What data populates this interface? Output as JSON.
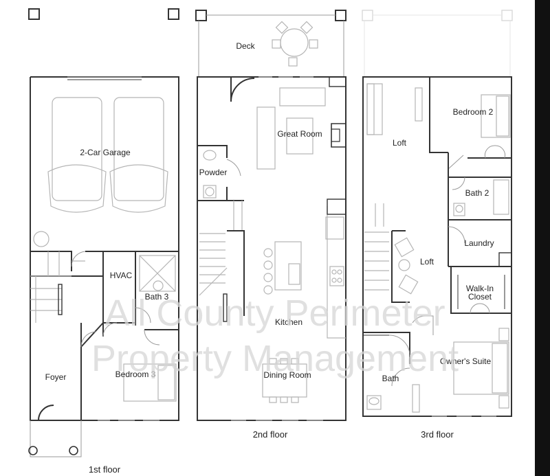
{
  "floors": {
    "first": {
      "label": "1st floor",
      "rooms": {
        "garage": "2-Car Garage",
        "hvac": "HVAC",
        "bath3": "Bath 3",
        "foyer": "Foyer",
        "bedroom3": "Bedroom 3"
      }
    },
    "second": {
      "label": "2nd floor",
      "rooms": {
        "deck": "Deck",
        "great_room": "Great Room",
        "powder": "Powder",
        "kitchen": "Kitchen",
        "dining_room": "Dining Room"
      }
    },
    "third": {
      "label": "3rd floor",
      "rooms": {
        "loft_upper": "Loft",
        "bedroom2": "Bedroom 2",
        "bath2": "Bath 2",
        "laundry": "Laundry",
        "loft_lower": "Loft",
        "walk_in_line1": "Walk-In",
        "walk_in_line2": "Closet",
        "owners_suite": "Owner's Suite",
        "bath": "Bath"
      }
    }
  },
  "watermark": {
    "line1": "All County Perimeter",
    "line2": "Property Management"
  },
  "colors": {
    "walls": "#333333",
    "furniture": "#b5b5b5",
    "watermark": "#d6d6d6",
    "right_bar": "#111111"
  }
}
